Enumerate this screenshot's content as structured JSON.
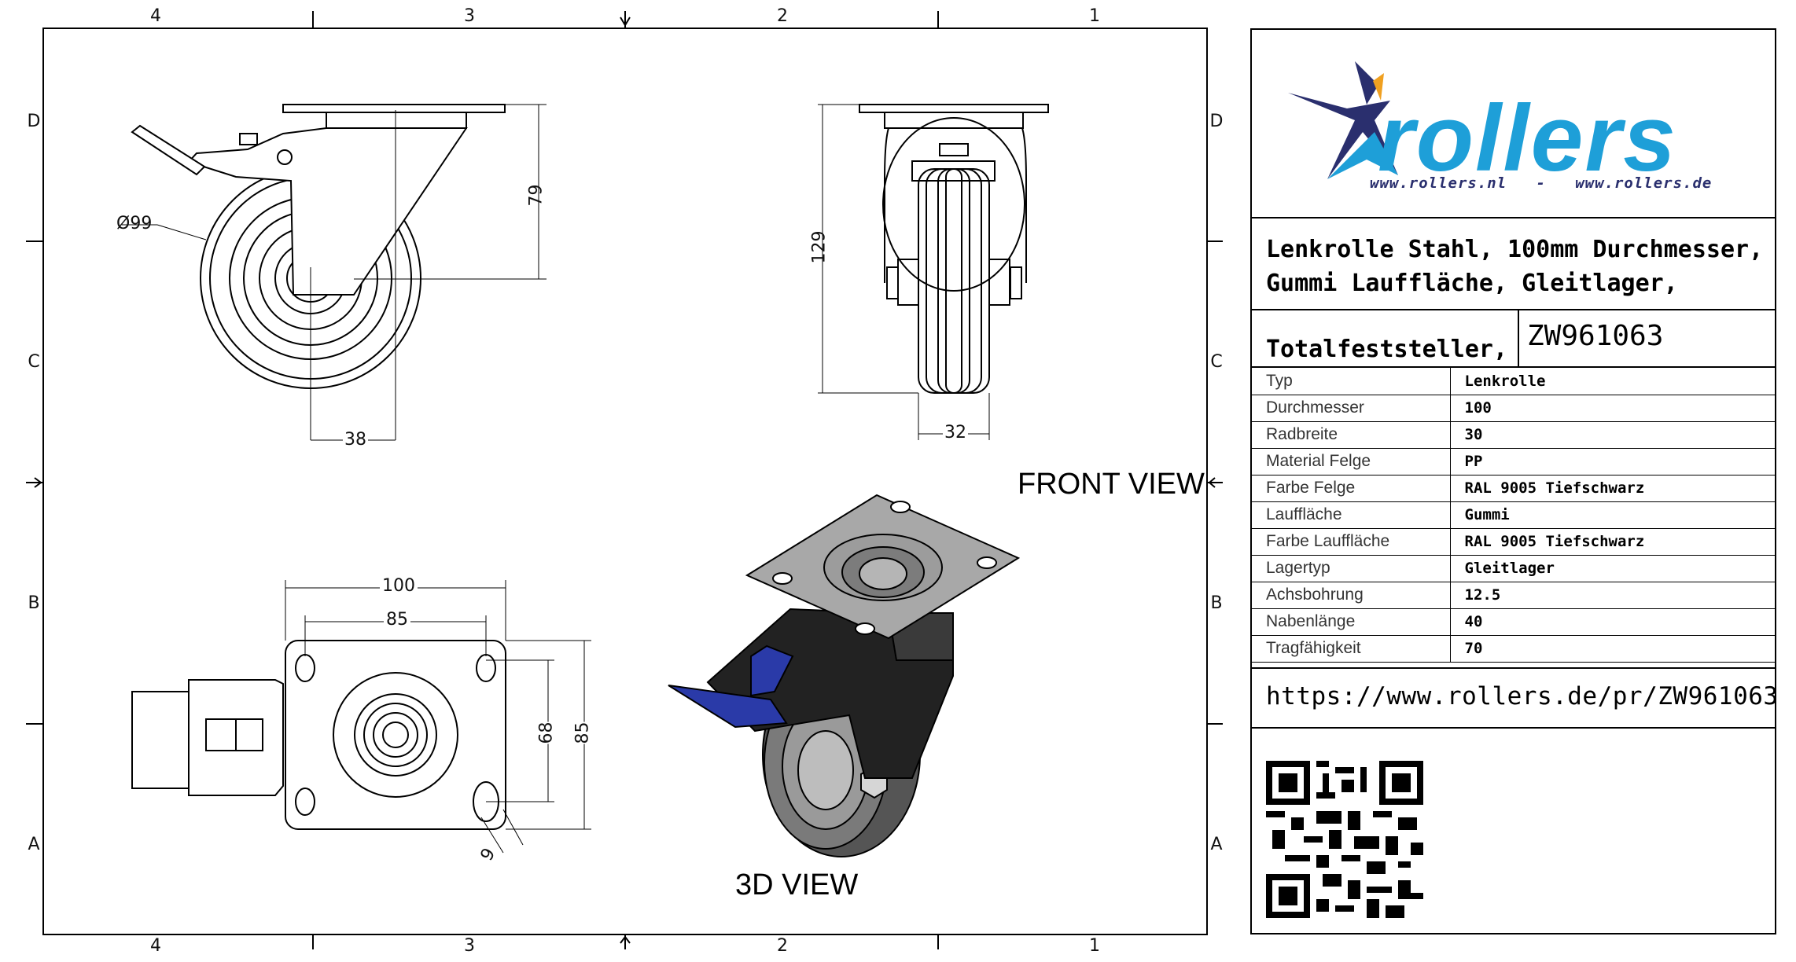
{
  "frame": {
    "top_numbers": [
      "4",
      "3",
      "2",
      "1"
    ],
    "bottom_numbers": [
      "4",
      "3",
      "2",
      "1"
    ],
    "left_letters": [
      "D",
      "C",
      "B",
      "A"
    ],
    "right_letters": [
      "D",
      "C",
      "B",
      "A"
    ]
  },
  "views": {
    "front_view_title": "FRONT VIEW",
    "three_d_title": "3D VIEW"
  },
  "dimensions": {
    "diameter": "Ø99",
    "height_plate": "79",
    "offset": "38",
    "total_height": "129",
    "wheel_width": "32",
    "plate_length": "100",
    "hole_spacing_x": "85",
    "hole_spacing_y": "68",
    "plate_width": "85",
    "slot": "9"
  },
  "colors": {
    "brand_blue": "#1e9fd8",
    "brand_navy": "#2a2f6e",
    "brand_orange": "#f0a020",
    "brake_blue": "#2a3aa8"
  },
  "logo": {
    "wordmark": "rollers",
    "urls": "www.rollers.nl   -   www.rollers.de"
  },
  "product": {
    "description_line1": "Lenkrolle Stahl, 100mm Durchmesser,",
    "description_line2": "Gummi Lauffläche, Gleitlager,",
    "description_line3": "Totalfeststeller,",
    "article_number": "ZW961063",
    "url": "https://www.rollers.de/pr/ZW961063"
  },
  "specs": [
    {
      "key": "Typ",
      "value": "Lenkrolle"
    },
    {
      "key": "Durchmesser",
      "value": "100"
    },
    {
      "key": "Radbreite",
      "value": "30"
    },
    {
      "key": "Material Felge",
      "value": "PP"
    },
    {
      "key": "Farbe Felge",
      "value": "RAL 9005 Tiefschwarz"
    },
    {
      "key": "Lauffläche",
      "value": "Gummi"
    },
    {
      "key": "Farbe Lauffläche",
      "value": "RAL 9005 Tiefschwarz"
    },
    {
      "key": "Lagertyp",
      "value": "Gleitlager"
    },
    {
      "key": "Achsbohrung",
      "value": "12.5"
    },
    {
      "key": "Nabenlänge",
      "value": "40"
    },
    {
      "key": "Tragfähigkeit",
      "value": "70"
    }
  ],
  "qr_code": {
    "icon": "qr-code-icon"
  }
}
